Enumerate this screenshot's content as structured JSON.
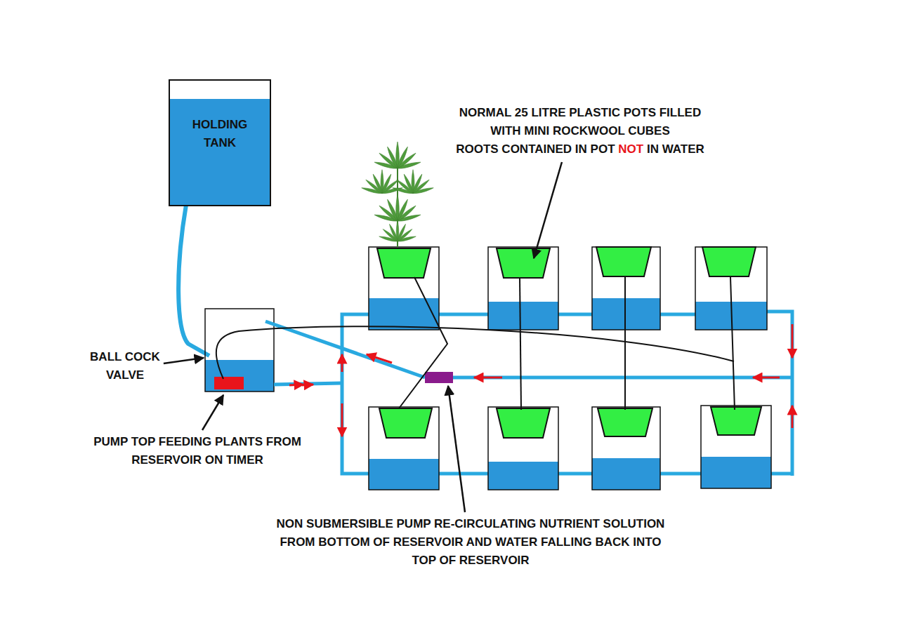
{
  "diagram": {
    "nodes": [
      {
        "text": [
          "HOLDING TANK"
        ]
      }
    ],
    "labels": [
      "NORMAL 25 LITRE PLASTIC POTS FILLED WITH MINI ROCKWOOL CUBES",
      "ROOTS CONTAINED IN POT",
      "NOT",
      "IN WATER",
      "BALL COCK VALVE",
      "PUMP TOP FEEDING PLANTS FROM RESERVOIR ON TIMER",
      "NON SUBMERSIBLE PUMP RE-CIRCULATING NUTRIENT SOLUTION FROM BOTTOM OF RESERVOIR AND WATER FALLING BACK INTO TOP OF RESERVOIR"
    ]
  }
}
